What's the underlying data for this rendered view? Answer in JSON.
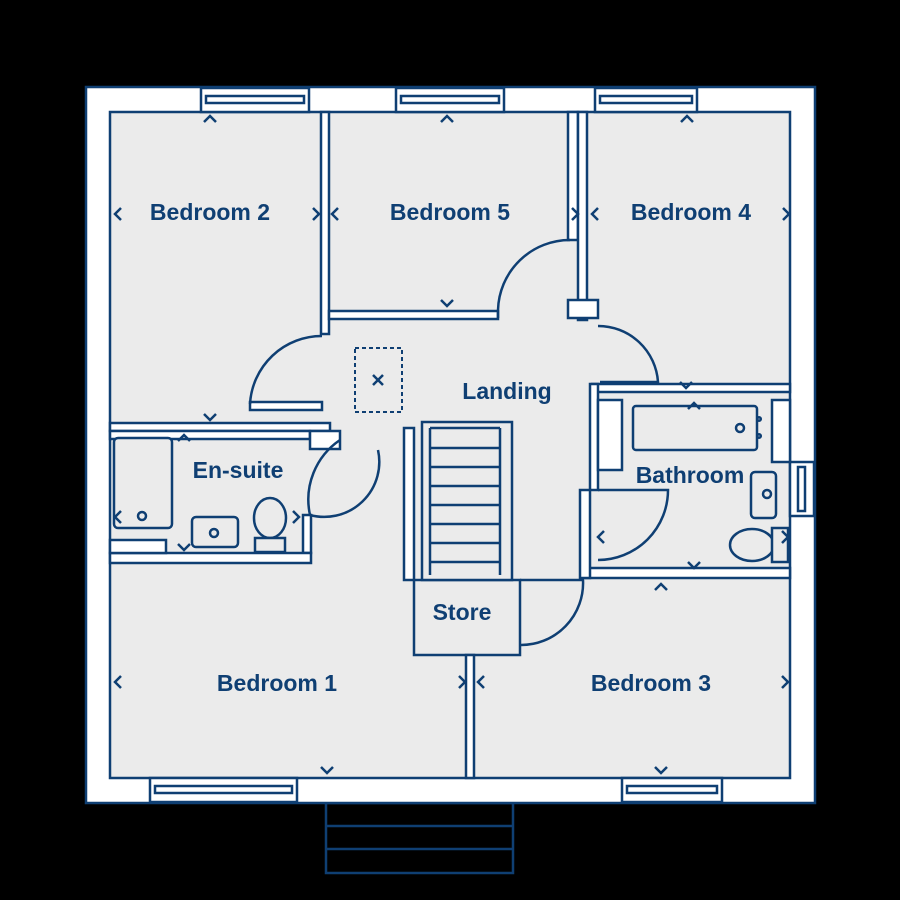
{
  "colors": {
    "line": "#0f3f73",
    "floor": "#ebebeb",
    "wall": "#ffffff",
    "background": "#000000"
  },
  "rooms": {
    "bedroom2": "Bedroom 2",
    "bedroom5": "Bedroom 5",
    "bedroom4": "Bedroom 4",
    "landing": "Landing",
    "ensuite": "En-suite",
    "bathroom": "Bathroom",
    "store": "Store",
    "bedroom1": "Bedroom 1",
    "bedroom3": "Bedroom 3"
  }
}
